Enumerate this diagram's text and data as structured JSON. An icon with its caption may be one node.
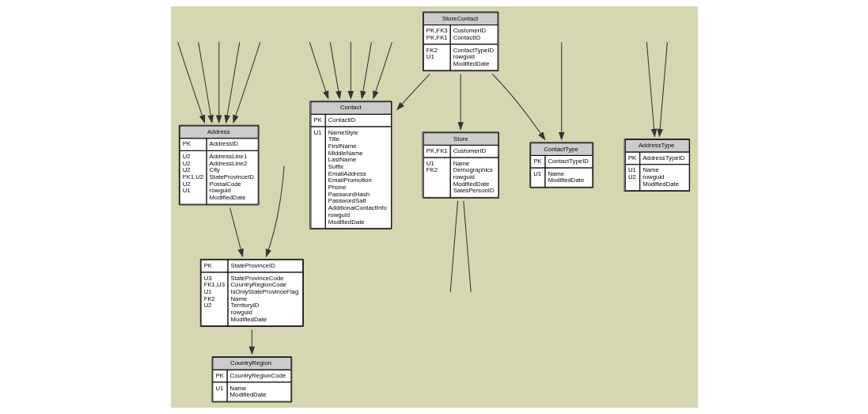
{
  "diagram": {
    "nodes": [
      {
        "text": [
          "PK",
          "StateProvinceID",
          "U3 FK1,U3 U1 FK2 U2",
          "StateProvinceCode CountryRegionCode IsOnlyStateProvinceFlag Name TerritoryID rowguid ModifiedDate"
        ]
      },
      {
        "text": [
          "Contact",
          "PK",
          "ContactID",
          "U1",
          "NameStyle Title FirstName MiddleName LastName Suffix EmailAddress EmailPromotion Phone PasswordHash PasswordSalt AdditionalContactInfo rowguid ModifiedDate"
        ]
      },
      {
        "text": [
          "Address",
          "PK",
          "AddressID",
          "U2 U2 U2 FK1,U2 U2 U1",
          "AddressLine1 AddressLine2 City StateProvinceID PostalCode rowguid ModifiedDate"
        ]
      },
      {
        "text": [
          "Store",
          "PK,FK1",
          "CustomerID",
          "U1 FK2",
          "Name Demographics rowguid ModifiedDate SalesPersonID"
        ]
      },
      {
        "text": [
          "CountryRegion",
          "PK",
          "CountryRegionCode",
          "U1",
          "Name ModifiedDate"
        ]
      },
      {
        "text": [
          "StoreContact",
          "PK,FK3 PK,FK1",
          "CustomerID ContactID",
          "FK2 U1",
          "ContactTypeID rowguid ModifiedDate"
        ]
      },
      {
        "text": [
          "ContactType",
          "PK",
          "ContactTypeID",
          "U1",
          "Name ModifiedDate"
        ]
      },
      {
        "text": [
          "AddressType",
          "PK",
          "AddressTypeID",
          "U1 U2",
          "Name rowguid ModifiedDate"
        ]
      }
    ],
    "edges": [
      {
        "from": 5,
        "to": 3,
        "arrow": "to"
      },
      {
        "from": 5,
        "to": 1,
        "arrow": "to"
      },
      {
        "from": 5,
        "to": 6,
        "arrow": "to"
      },
      {
        "from": 2,
        "to": 0,
        "arrow": "to"
      },
      {
        "from": 0,
        "to": 4,
        "arrow": "to"
      },
      {
        "from": 3,
        "to": null,
        "arrow": "none"
      },
      {
        "from": 3,
        "to": null,
        "arrow": "none"
      },
      {
        "from": null,
        "to": 1,
        "arrow": "to"
      },
      {
        "from": null,
        "to": 1,
        "arrow": "to"
      },
      {
        "from": null,
        "to": 1,
        "arrow": "to"
      },
      {
        "from": null,
        "to": 1,
        "arrow": "to"
      },
      {
        "from": null,
        "to": 1,
        "arrow": "to"
      },
      {
        "from": null,
        "to": 6,
        "arrow": "to"
      },
      {
        "from": null,
        "to": 7,
        "arrow": "to"
      },
      {
        "from": null,
        "to": 7,
        "arrow": "to"
      },
      {
        "from": null,
        "to": 2,
        "arrow": "to"
      },
      {
        "from": null,
        "to": 2,
        "arrow": "to"
      },
      {
        "from": null,
        "to": 2,
        "arrow": "to"
      },
      {
        "from": null,
        "to": 2,
        "arrow": "to"
      },
      {
        "from": null,
        "to": 2,
        "arrow": "to"
      },
      {
        "from": null,
        "to": 0,
        "arrow": "to"
      }
    ]
  }
}
